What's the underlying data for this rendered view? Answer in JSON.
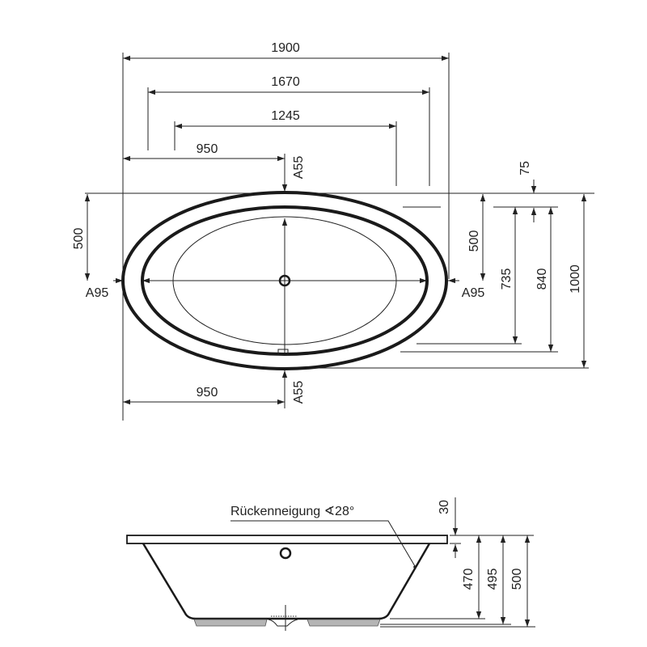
{
  "plan_view": {
    "dim_total_length": "1900",
    "dim_middle_length": "1670",
    "dim_inner_length": "1245",
    "dim_half_length_top": "950",
    "dim_half_length_bottom": "950",
    "label_a55_top": "A55",
    "label_a55_bottom": "A55",
    "label_a95_left": "A95",
    "label_a95_right": "A95",
    "dim_left_half_width": "500",
    "dim_rim": "75",
    "dim_right_half_width": "500",
    "dim_inner_width": "735",
    "dim_middle_width": "840",
    "dim_total_width": "1000"
  },
  "side_view": {
    "back_slope_label": "Rückenneigung ∢28°",
    "dim_rim_thickness": "30",
    "dim_depth_inner": "470",
    "dim_depth": "495",
    "dim_height": "500"
  },
  "colors": {
    "line": "#1a1a1a",
    "feet": "#b5b5b5"
  }
}
